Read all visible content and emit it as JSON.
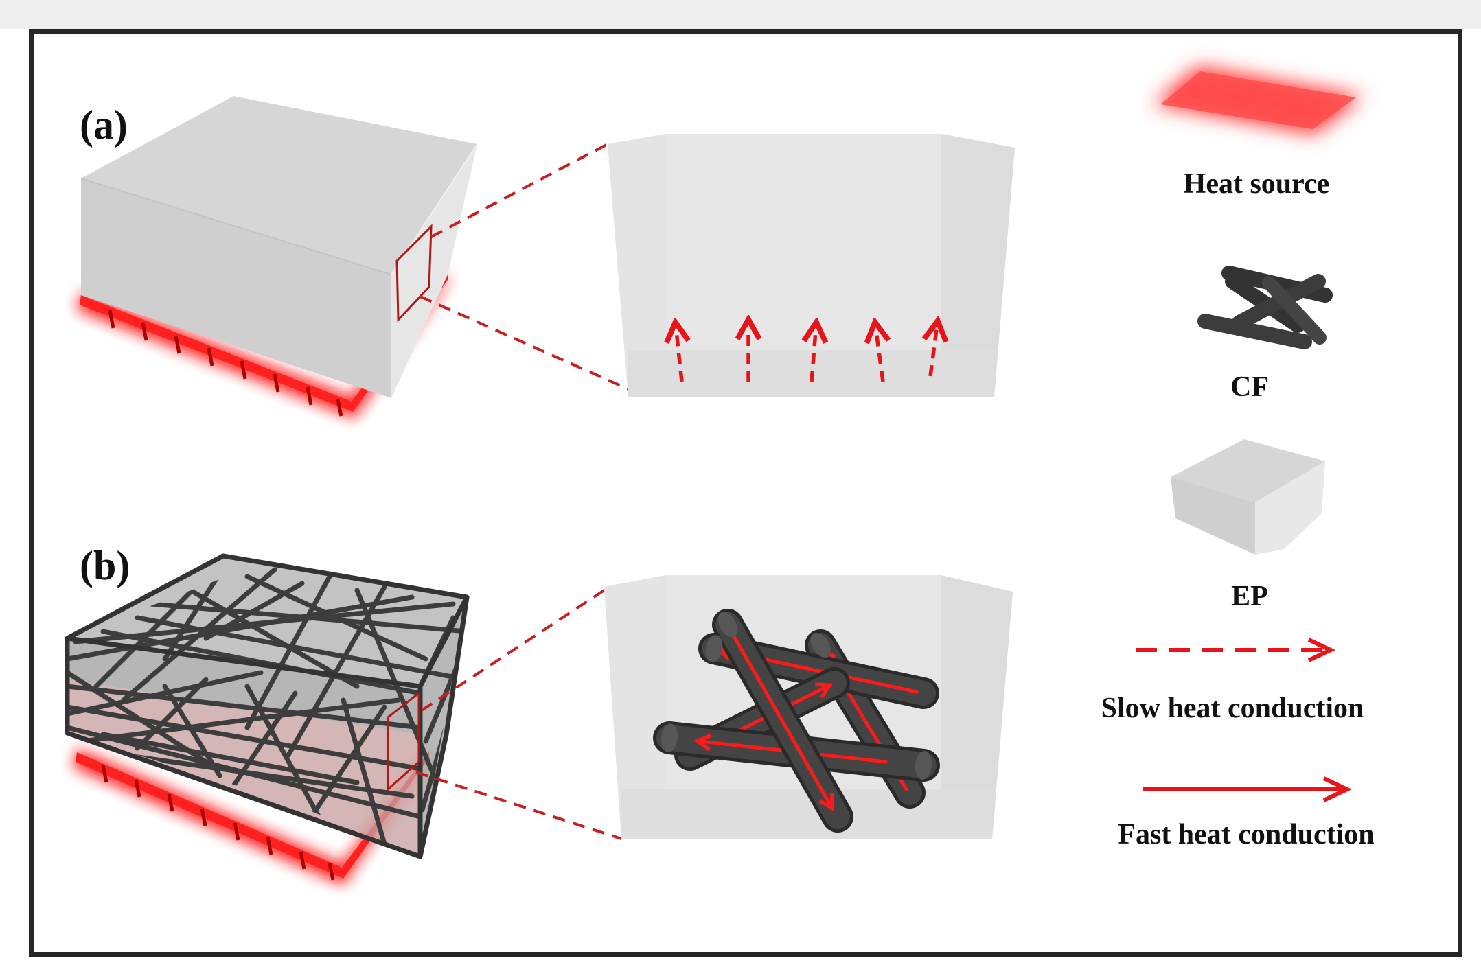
{
  "panels": [
    {
      "label": "(a)"
    },
    {
      "label": "(b)"
    }
  ],
  "legend": {
    "heat_source": "Heat source",
    "cf": "CF",
    "ep": "EP",
    "slow": "Slow heat conduction",
    "fast": "Fast heat conduction"
  },
  "colors": {
    "heat": "#ff1a1a",
    "arrow": "#e8141a",
    "fiber": "#3c3c3c",
    "matrix": "#dcdcdc",
    "frame": "#262626"
  }
}
